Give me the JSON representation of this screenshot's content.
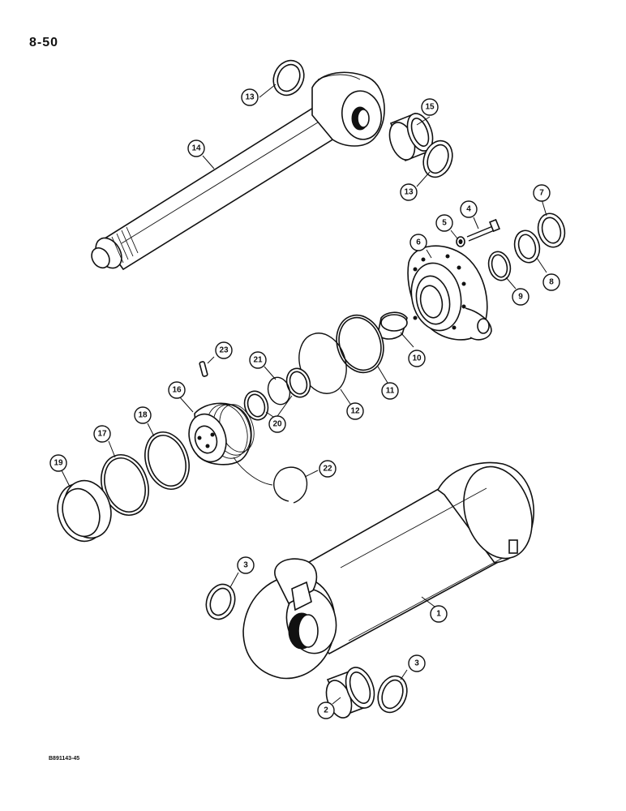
{
  "page_number": "8-50",
  "figure_code": "B891143-45",
  "callouts": [
    {
      "id": "c1",
      "label": "1"
    },
    {
      "id": "c2",
      "label": "2"
    },
    {
      "id": "c3a",
      "label": "3"
    },
    {
      "id": "c3b",
      "label": "3"
    },
    {
      "id": "c4",
      "label": "4"
    },
    {
      "id": "c5",
      "label": "5"
    },
    {
      "id": "c6",
      "label": "6"
    },
    {
      "id": "c7",
      "label": "7"
    },
    {
      "id": "c8",
      "label": "8"
    },
    {
      "id": "c9",
      "label": "9"
    },
    {
      "id": "c10",
      "label": "10"
    },
    {
      "id": "c11",
      "label": "11"
    },
    {
      "id": "c12",
      "label": "12"
    },
    {
      "id": "c13a",
      "label": "13"
    },
    {
      "id": "c13b",
      "label": "13"
    },
    {
      "id": "c14",
      "label": "14"
    },
    {
      "id": "c15",
      "label": "15"
    },
    {
      "id": "c16",
      "label": "16"
    },
    {
      "id": "c17",
      "label": "17"
    },
    {
      "id": "c18",
      "label": "18"
    },
    {
      "id": "c19",
      "label": "19"
    },
    {
      "id": "c20",
      "label": "20"
    },
    {
      "id": "c21",
      "label": "21"
    },
    {
      "id": "c22",
      "label": "22"
    },
    {
      "id": "c23",
      "label": "23"
    }
  ]
}
